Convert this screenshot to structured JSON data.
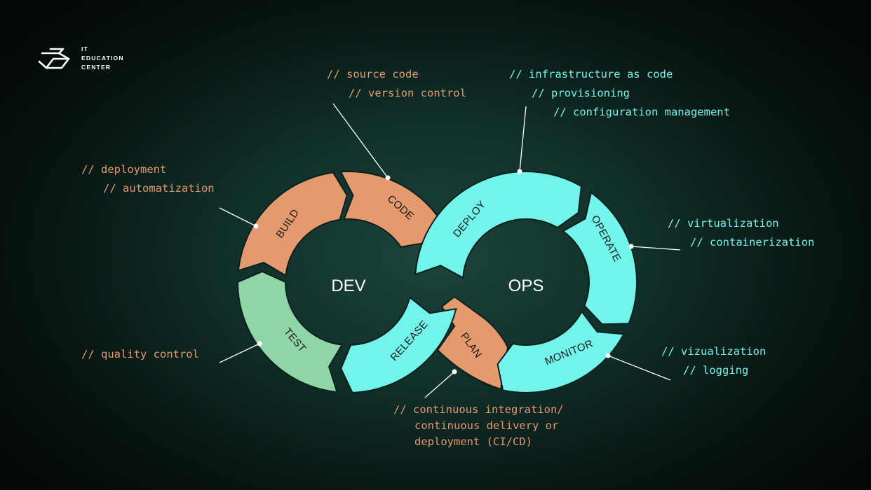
{
  "logo": {
    "lines": [
      "IT",
      "EDUCATION",
      "CENTER"
    ]
  },
  "colors": {
    "dev": "#e5996e",
    "test": "#8fd5a6",
    "ops": "#72f4ea",
    "dev_text": "#e5996e",
    "ops_text": "#72f4ea"
  },
  "centers": {
    "dev": "DEV",
    "ops": "OPS"
  },
  "segments": {
    "code": "CODE",
    "build": "BUILD",
    "test": "TEST",
    "release": "RELEASE",
    "deploy": "DEPLOY",
    "operate": "OPERATE",
    "monitor": "MONITOR",
    "plan": "PLAN"
  },
  "notes": {
    "code": [
      "// source code",
      "// version control"
    ],
    "build": [
      "// deployment",
      "// automatization"
    ],
    "test": [
      "// quality control"
    ],
    "deploy": [
      "// infrastructure as code",
      "// provisioning",
      "// configuration management"
    ],
    "operate": [
      "// virtualization",
      "// containerization"
    ],
    "monitor": [
      "// vizualization",
      "// logging"
    ],
    "plan": [
      "// continuous integration/",
      "continuous delivery or",
      "deployment (CI/CD)"
    ]
  }
}
